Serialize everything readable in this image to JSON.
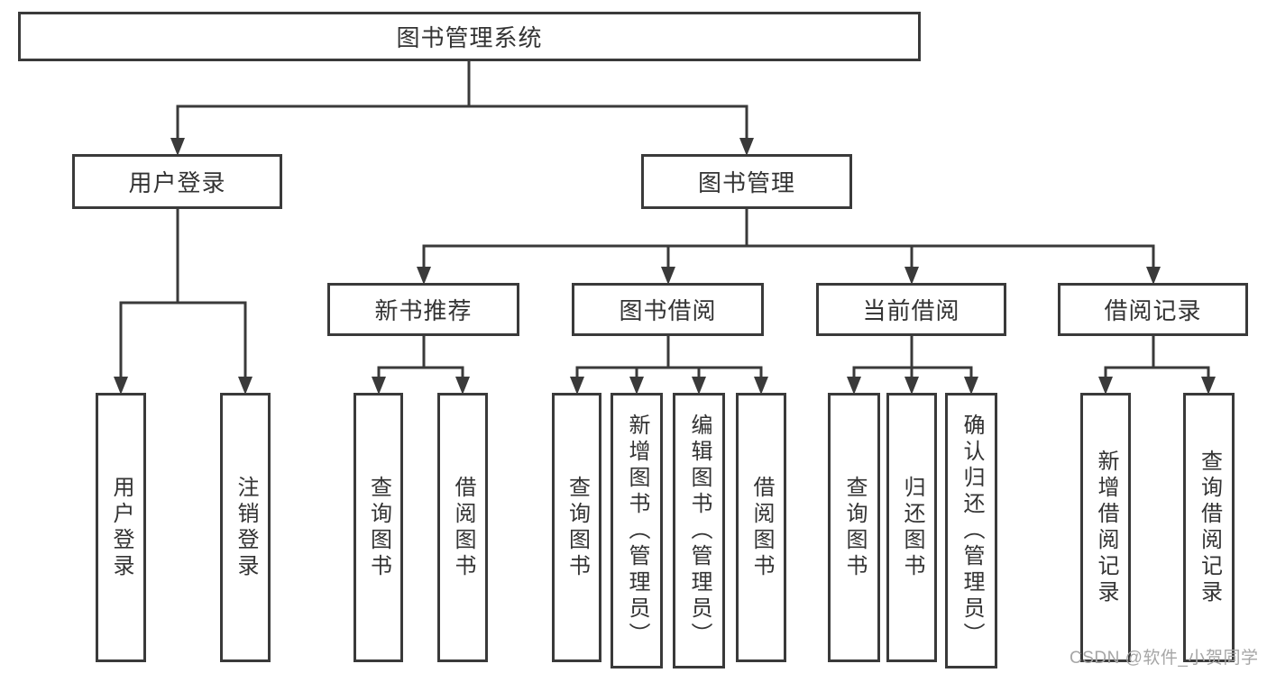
{
  "diagram": {
    "root": {
      "label": "图书管理系统"
    },
    "branches": [
      {
        "label": "用户登录",
        "children": [
          {
            "label": "用户登录"
          },
          {
            "label": "注销登录"
          }
        ]
      },
      {
        "label": "图书管理",
        "children": [
          {
            "label": "新书推荐",
            "children": [
              {
                "label": "查询图书"
              },
              {
                "label": "借阅图书"
              }
            ]
          },
          {
            "label": "图书借阅",
            "children": [
              {
                "label": "查询图书"
              },
              {
                "label": "新增图书（管理员）"
              },
              {
                "label": "编辑图书（管理员）"
              },
              {
                "label": "借阅图书"
              }
            ]
          },
          {
            "label": "当前借阅",
            "children": [
              {
                "label": "查询图书"
              },
              {
                "label": "归还图书"
              },
              {
                "label": "确认归还（管理员）"
              }
            ]
          },
          {
            "label": "借阅记录",
            "children": [
              {
                "label": "新增借阅记录"
              },
              {
                "label": "查询借阅记录"
              }
            ]
          }
        ]
      }
    ]
  },
  "watermark": {
    "text": "CSDN @软件_小贺同学"
  },
  "colors": {
    "line": "#3a3a3a",
    "text": "#333333",
    "background": "#ffffff",
    "watermark": "#a6a6a6"
  }
}
